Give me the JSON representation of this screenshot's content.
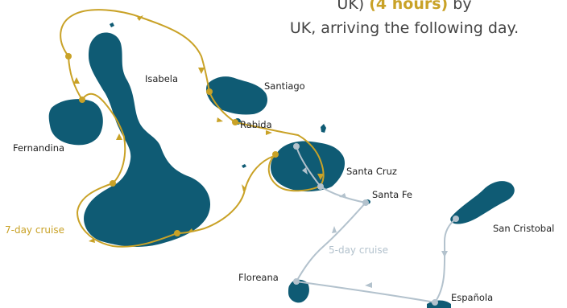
{
  "intro": {
    "line1_pre": "UK)",
    "line1_highlight": "(4 hours)",
    "line1_post": "by ",
    "line2": "UK, arriving the following day."
  },
  "islands": {
    "isabela": "Isabela",
    "santiago": "Santiago",
    "rabida": "Rabida",
    "fernandina": "Fernandina",
    "santa_cruz": "Santa Cruz",
    "santa_fe": "Santa Fe",
    "san_cristobal": "San Cristobal",
    "floreana": "Floreana",
    "espanola": "Española"
  },
  "routes": {
    "seven_day": {
      "label": "7-day cruise",
      "color": "#c9a227"
    },
    "five_day": {
      "label": "5-day cruise",
      "color": "#b3c2cd"
    }
  },
  "colors": {
    "land": "#0f5b74",
    "text": "#222222"
  }
}
